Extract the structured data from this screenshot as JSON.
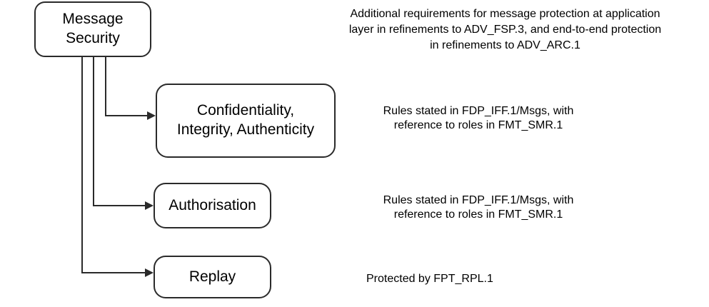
{
  "diagram": {
    "title_node": {
      "label": "Message\nSecurity"
    },
    "top_annotation": "Additional requirements for message protection at application\nlayer in refinements to ADV_FSP.3, and end-to-end protection\nin refinements to ADV_ARC.1",
    "nodes": [
      {
        "id": "confidentiality-integrity-authenticity",
        "label": "Confidentiality,\nIntegrity, Authenticity",
        "annotation": "Rules stated in FDP_IFF.1/Msgs, with\nreference to roles in FMT_SMR.1"
      },
      {
        "id": "authorisation",
        "label": "Authorisation",
        "annotation": "Rules stated in FDP_IFF.1/Msgs, with\nreference to roles in FMT_SMR.1"
      },
      {
        "id": "replay",
        "label": "Replay",
        "annotation": "Protected by FPT_RPL.1"
      }
    ],
    "colors": {
      "stroke": "#2a2a2a",
      "node_fill": "#ffffff",
      "text": "#000000",
      "background": "#ffffff"
    }
  }
}
